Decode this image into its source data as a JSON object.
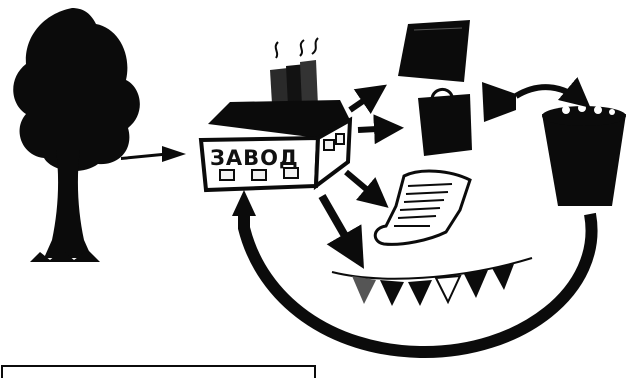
{
  "diagram": {
    "factory_label": "ЗАВОД",
    "colors": {
      "ink": "#0b0b0b",
      "paper": "#ffffff",
      "window_fill": "#f2f2f2"
    },
    "nodes": [
      {
        "id": "tree",
        "icon": "tree-icon"
      },
      {
        "id": "factory",
        "icon": "factory-icon"
      },
      {
        "id": "product-box-1",
        "icon": "box-icon"
      },
      {
        "id": "product-box-2",
        "icon": "bag-icon"
      },
      {
        "id": "document",
        "icon": "paper-scroll-icon"
      },
      {
        "id": "bunting",
        "icon": "bunting-flags-icon"
      },
      {
        "id": "bin",
        "icon": "waste-bin-icon"
      }
    ],
    "edges": [
      {
        "from": "tree",
        "to": "factory"
      },
      {
        "from": "factory",
        "to": "product-box-1"
      },
      {
        "from": "factory",
        "to": "product-box-2"
      },
      {
        "from": "factory",
        "to": "document"
      },
      {
        "from": "factory",
        "to": "bunting"
      },
      {
        "from": "product-box-2",
        "to": "bin"
      },
      {
        "from": "bin",
        "to": "factory"
      }
    ]
  }
}
